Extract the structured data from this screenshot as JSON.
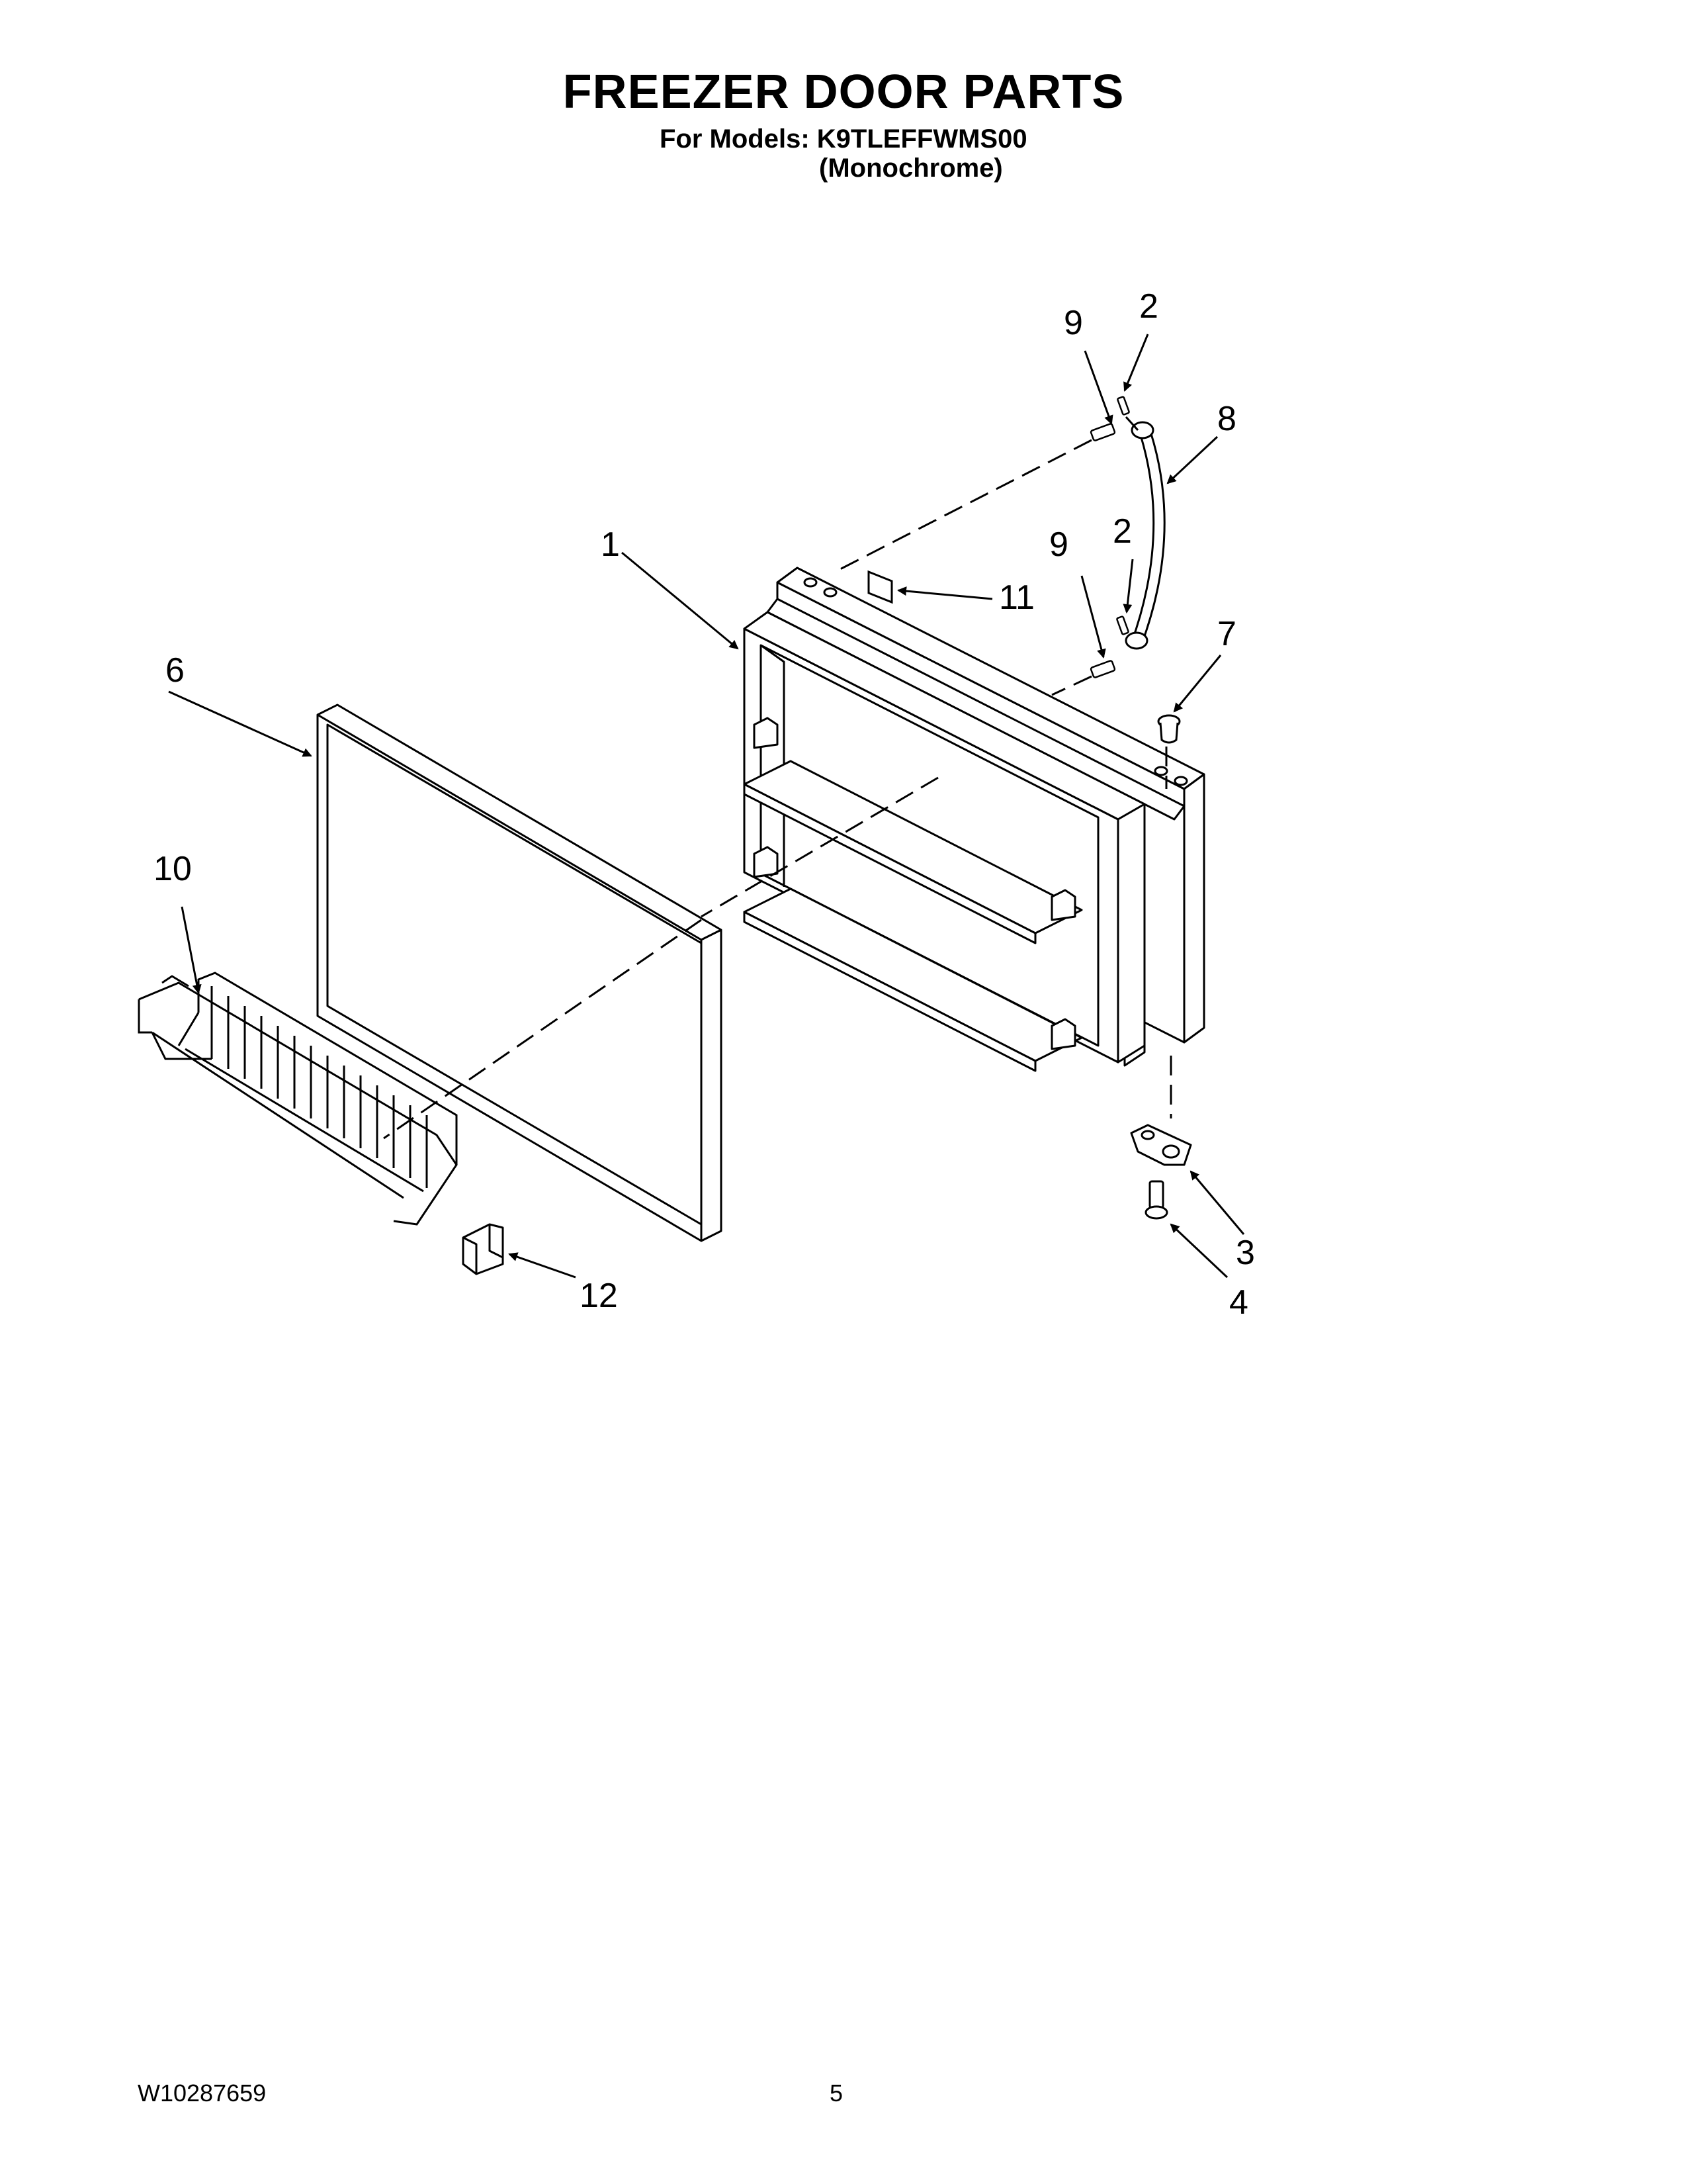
{
  "header": {
    "title": "FREEZER DOOR PARTS",
    "models_line": "For Models: K9TLEFFWMS00",
    "variant": "(Monochrome)"
  },
  "diagram": {
    "callouts": {
      "door": "1",
      "screw_top": "2",
      "screw_mid": "2",
      "hinge": "3",
      "hinge_screw": "4",
      "gasket": "6",
      "plug": "7",
      "handle": "8",
      "handle_screw_top": "9",
      "handle_screw_mid": "9",
      "basket": "10",
      "label": "11",
      "clip": "12"
    }
  },
  "footer": {
    "doc_number": "W10287659",
    "page_number": "5"
  }
}
